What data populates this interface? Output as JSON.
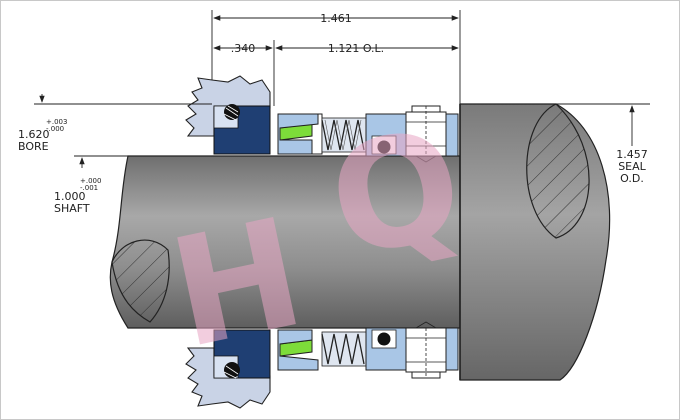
{
  "dimensions": {
    "overall_length": "1.461",
    "gland_offset": ".340",
    "operating_length": "1.121  O.L.",
    "bore": {
      "value": "1.620",
      "label": "BORE",
      "tol_plus": "+.003",
      "tol_minus": "-.000"
    },
    "shaft": {
      "value": "1.000",
      "label": "SHAFT",
      "tol_plus": "+.000",
      "tol_minus": "-.001"
    },
    "seal_od": {
      "value": "1.457",
      "label1": "SEAL",
      "label2": "O.D."
    }
  },
  "watermark": {
    "letter1": "H",
    "letter2": "Q"
  },
  "colors": {
    "housing": "#c9d3e6",
    "stationary_seat": "#1f3f73",
    "rotating_parts": "#a9c6e6",
    "face_ring": "#7ddc3a",
    "shaft": "#8c8c8c",
    "watermark": "#e8a6c4"
  }
}
